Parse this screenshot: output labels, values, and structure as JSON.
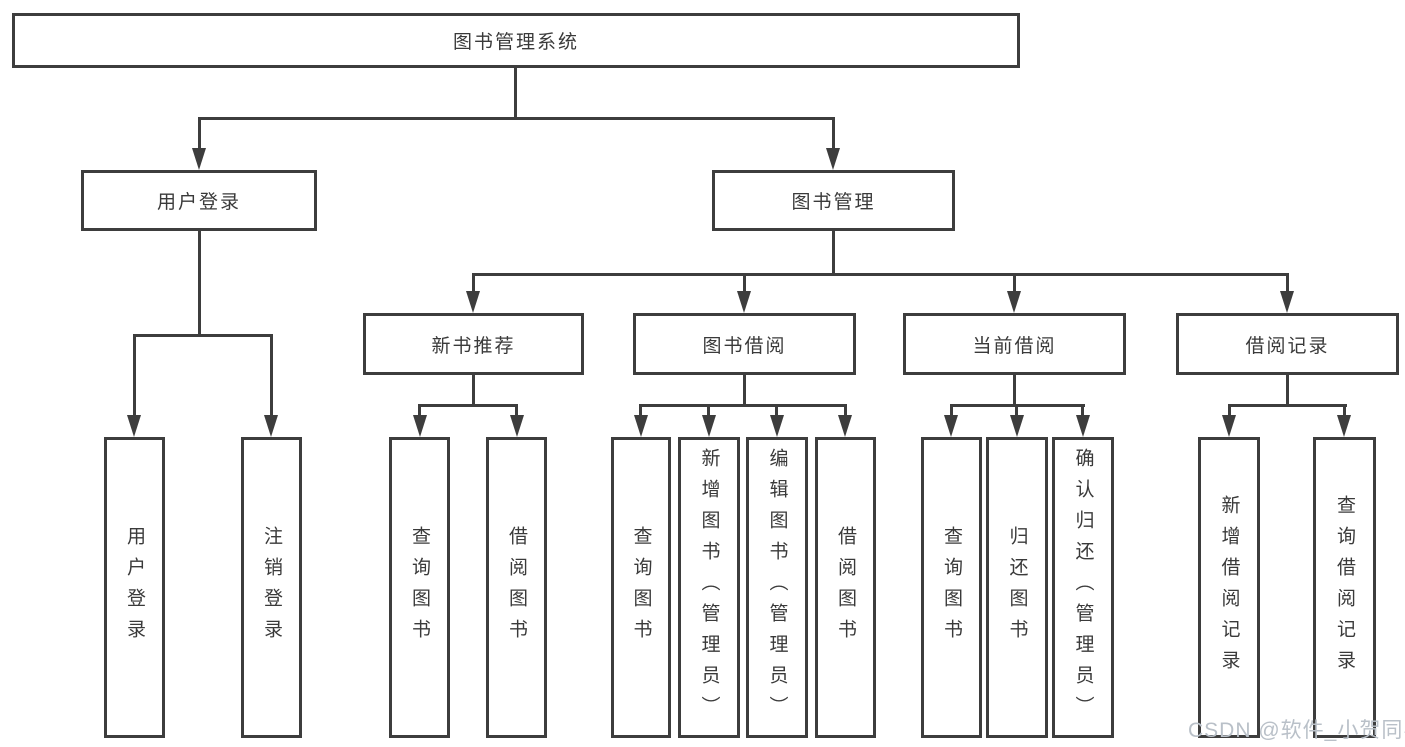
{
  "diagram": {
    "type": "tree",
    "root": {
      "label": "图书管理系统"
    },
    "level2": [
      {
        "label": "用户登录"
      },
      {
        "label": "图书管理"
      }
    ],
    "level3": [
      {
        "label": "新书推荐",
        "parent": "图书管理"
      },
      {
        "label": "图书借阅",
        "parent": "图书管理"
      },
      {
        "label": "当前借阅",
        "parent": "图书管理"
      },
      {
        "label": "借阅记录",
        "parent": "图书管理"
      }
    ],
    "leaves": [
      {
        "label": "用户登录",
        "parent": "用户登录"
      },
      {
        "label": "注销登录",
        "parent": "用户登录"
      },
      {
        "label": "查询图书",
        "parent": "新书推荐"
      },
      {
        "label": "借阅图书",
        "parent": "新书推荐"
      },
      {
        "label": "查询图书",
        "parent": "图书借阅"
      },
      {
        "label": "新增图书（管理员）",
        "parent": "图书借阅"
      },
      {
        "label": "编辑图书（管理员）",
        "parent": "图书借阅"
      },
      {
        "label": "借阅图书",
        "parent": "图书借阅"
      },
      {
        "label": "查询图书",
        "parent": "当前借阅"
      },
      {
        "label": "归还图书",
        "parent": "当前借阅"
      },
      {
        "label": "确认归还（管理员）",
        "parent": "当前借阅"
      },
      {
        "label": "新增借阅记录",
        "parent": "借阅记录"
      },
      {
        "label": "查询借阅记录",
        "parent": "借阅记录"
      }
    ]
  },
  "watermark": {
    "text": "CSDN @软件_小贺同学"
  },
  "colors": {
    "line": "#3d3d3d",
    "text": "#3a3a3a",
    "watermark": "#b9c0c8",
    "background": "#ffffff"
  }
}
